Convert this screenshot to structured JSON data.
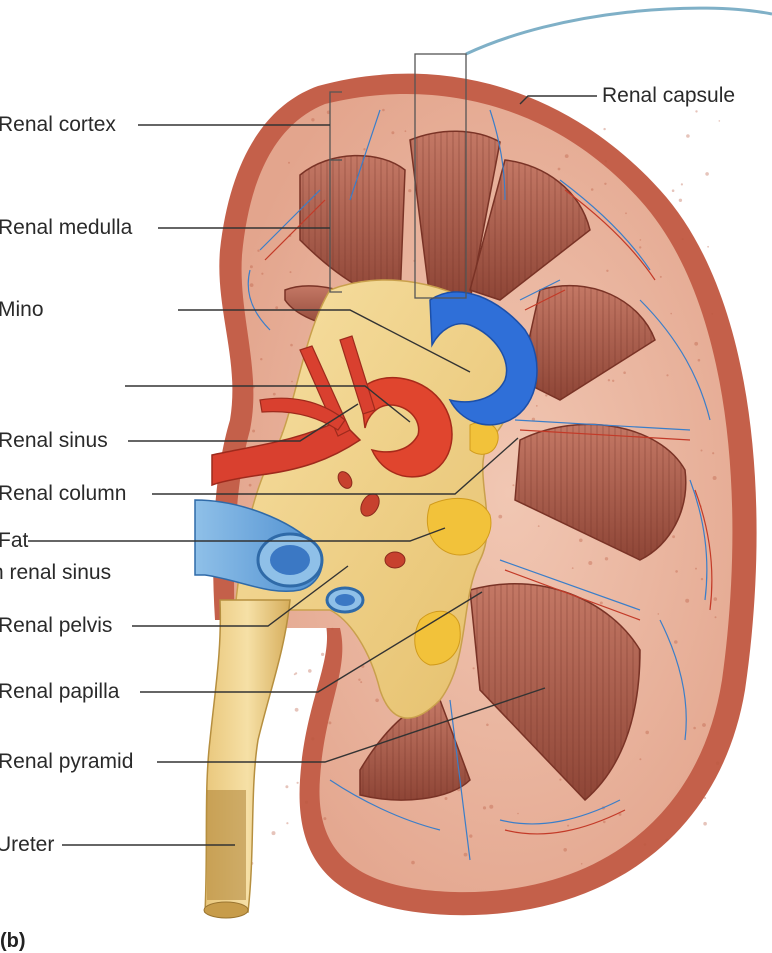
{
  "labels": {
    "renal_capsule": "Renal capsule",
    "renal_cortex": "Renal cortex",
    "renal_medulla": "Renal medulla",
    "minor_calyx": "Mino",
    "major_calyx": "",
    "renal_sinus": "Renal sinus",
    "renal_column": "Renal column",
    "fat_line1": "Fat",
    "fat_line2": "n renal sinus",
    "renal_pelvis": "Renal pelvis",
    "renal_papilla": "Renal papilla",
    "renal_pyramid": "Renal pyramid",
    "ureter": "Ureter"
  },
  "figure_letter": "(b)",
  "colors": {
    "capsule": "#c4604a",
    "cortex": "#e7b09a",
    "medulla": "#9e5443",
    "pelvis": "#f0d48a",
    "artery": "#d9402f",
    "vein": "#2f6fd8",
    "leader_line": "#333333",
    "fat": "#f2c23a"
  }
}
